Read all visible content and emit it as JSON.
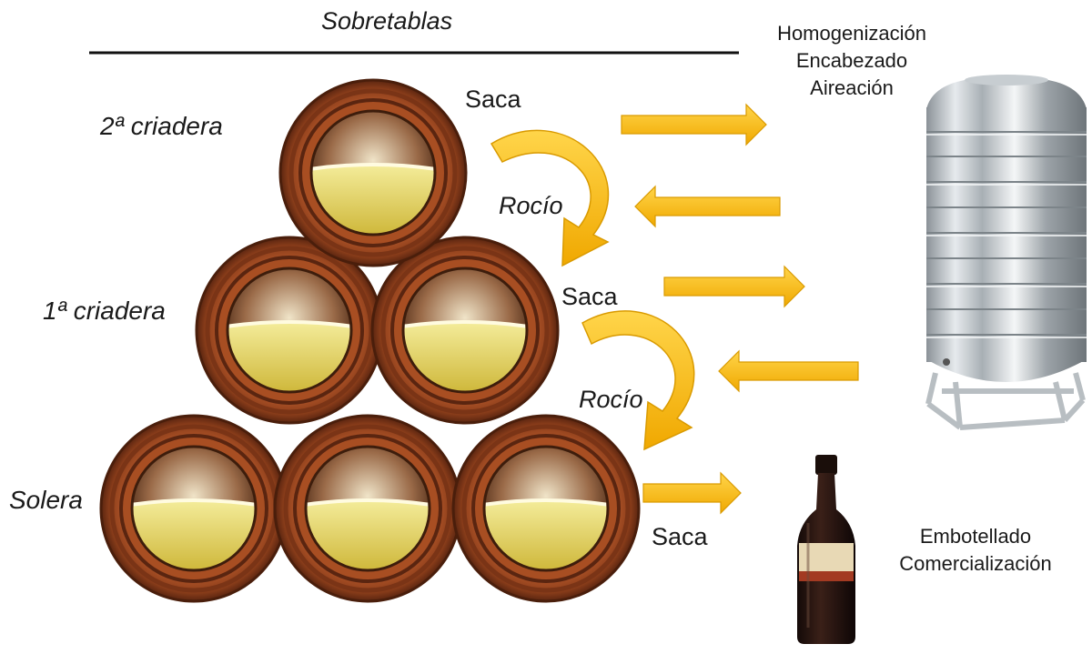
{
  "title": "Sobretablas",
  "levels": {
    "top": "2ª criadera",
    "middle": "1ª criadera",
    "bottom": "Solera"
  },
  "flows": {
    "saca_top": "Saca",
    "rocio_top": "Rocío",
    "saca_middle": "Saca",
    "rocio_middle": "Rocío",
    "saca_bottom": "Saca"
  },
  "tank_processes": [
    "Homogenización",
    "Encabezado",
    "Aireación"
  ],
  "bottle_processes": [
    "Embotellado",
    "Comercialización"
  ],
  "icons": {
    "barrel": "barrel-icon",
    "tank": "stainless-tank-icon",
    "bottle": "wine-bottle-icon"
  },
  "colors": {
    "barrel_wood": "#9c4a22",
    "barrel_dark": "#5a2510",
    "wine": "#e6d24a",
    "arrow": "#f5b800",
    "arrow_edge": "#d99a00"
  }
}
